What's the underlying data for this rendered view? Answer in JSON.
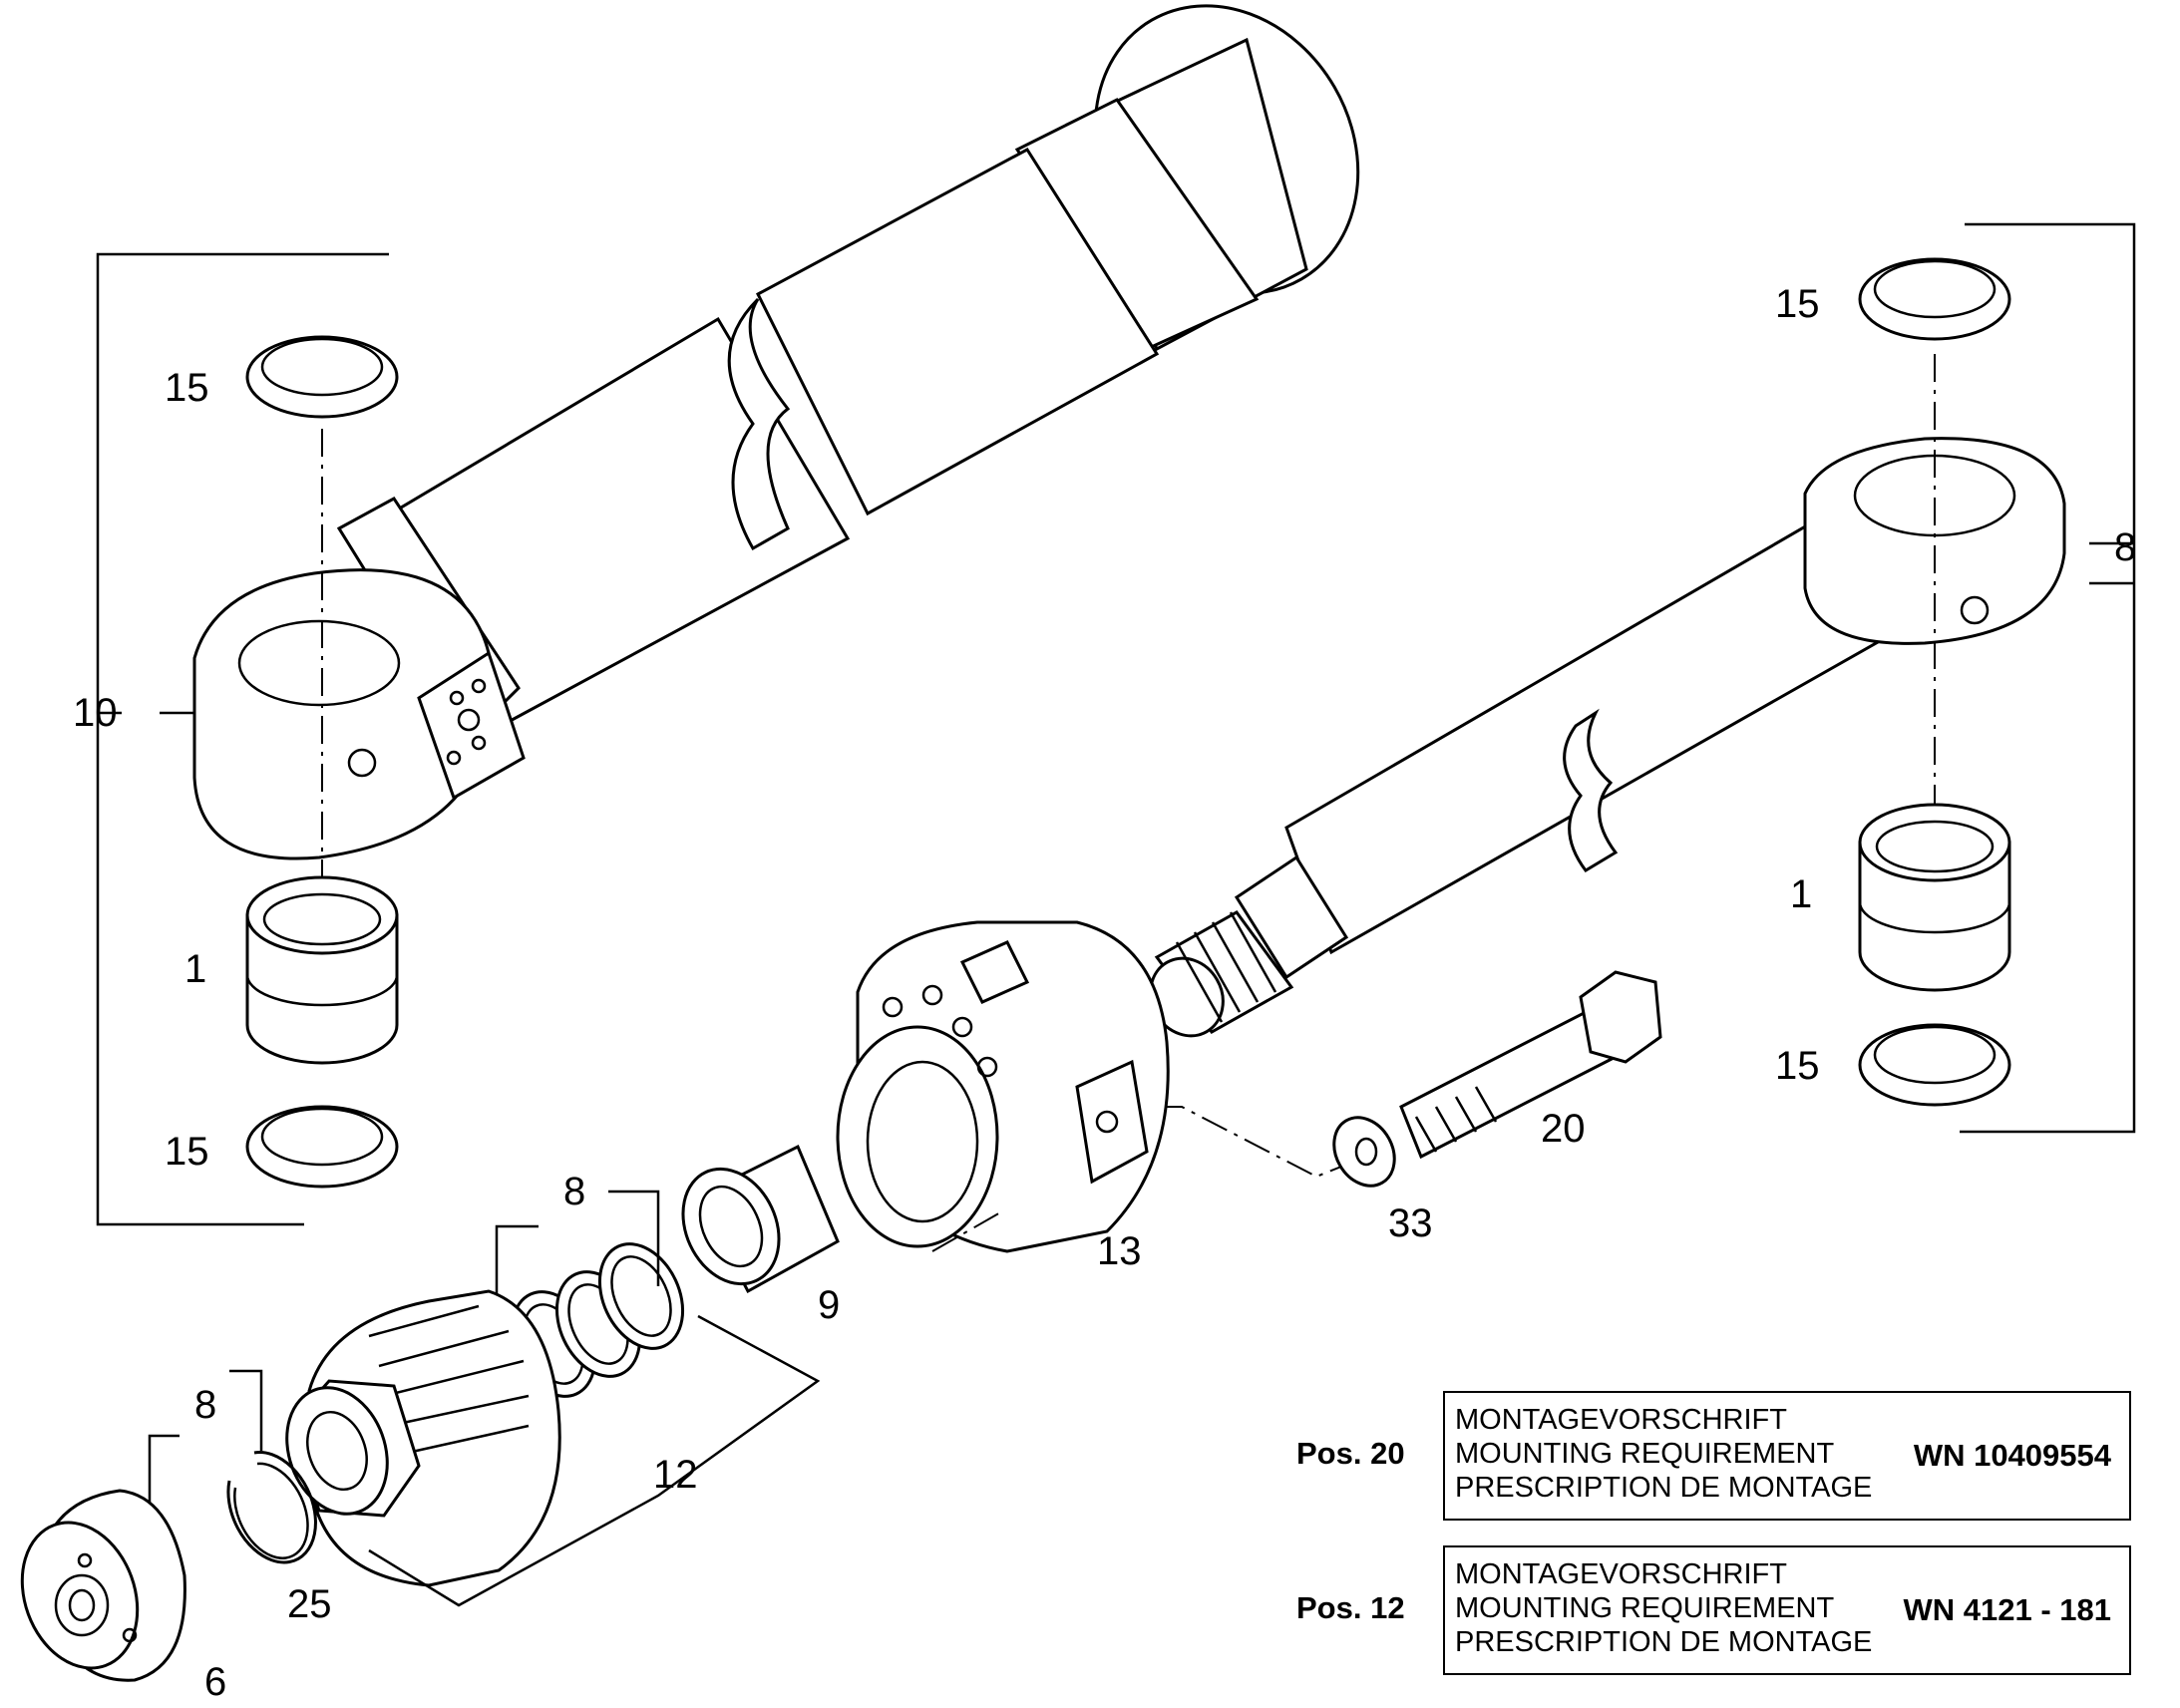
{
  "callouts": {
    "c15_tl": "15",
    "c10": "10",
    "c1_l": "1",
    "c15_bl": "15",
    "c15_tr": "15",
    "c8_r": "8",
    "c1_r": "1",
    "c15_br": "15",
    "c20": "20",
    "c33": "33",
    "c13": "13",
    "c9": "9",
    "c8_mid": "8",
    "c12": "12",
    "c8_low": "8",
    "c25": "25",
    "c6": "6"
  },
  "notes": [
    {
      "pos": "Pos. 20",
      "lines": [
        "MONTAGEVORSCHRIFT",
        "MOUNTING REQUIREMENT",
        "PRESCRIPTION DE MONTAGE"
      ],
      "code": "WN 10409554"
    },
    {
      "pos": "Pos. 12",
      "lines": [
        "MONTAGEVORSCHRIFT",
        "MOUNTING REQUIREMENT",
        "PRESCRIPTION DE MONTAGE"
      ],
      "code": "WN 4121 - 181"
    }
  ]
}
